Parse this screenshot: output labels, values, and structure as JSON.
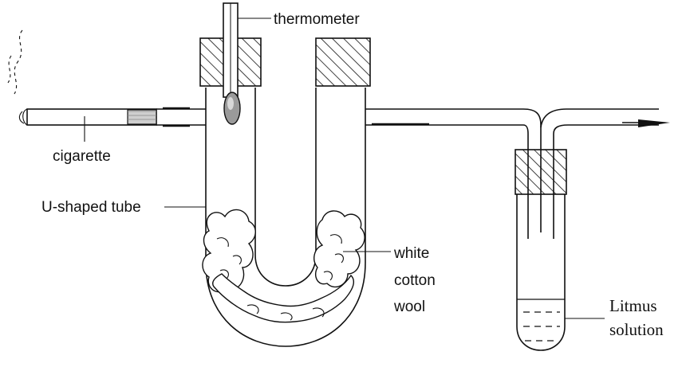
{
  "labels": {
    "thermometer": "thermometer",
    "cigarette": "cigarette",
    "u_tube": "U-shaped tube",
    "cotton_line1": "white",
    "cotton_line2": "cotton",
    "cotton_line3": "wool",
    "litmus_line1": "Litmus",
    "litmus_line2": "solution"
  },
  "colors": {
    "line": "#111111",
    "hatch": "#111111",
    "background": "#ffffff"
  }
}
